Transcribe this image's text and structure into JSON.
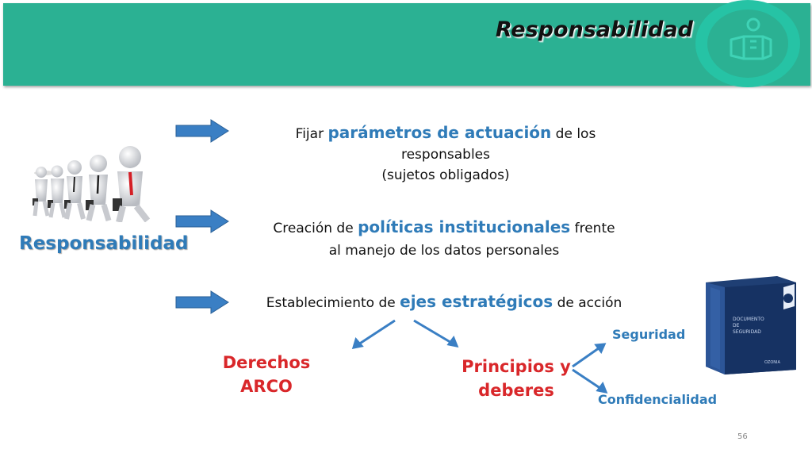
{
  "header": {
    "title": "Responsabilidad"
  },
  "left": {
    "label": "Responsabilidad"
  },
  "items": [
    {
      "pre": "Fijar ",
      "highlight": "parámetros de actuación",
      "post": " de los",
      "line2": "responsables",
      "line3": "(sujetos obligados)"
    },
    {
      "pre": "Creación de ",
      "highlight": "políticas institucionales",
      "post": " frente",
      "line2": "al manejo de los datos personales"
    },
    {
      "pre": "Establecimiento de ",
      "highlight": "ejes estratégicos",
      "post": " de acción"
    }
  ],
  "branches": {
    "left_line1": "Derechos",
    "left_line2": "ARCO",
    "right_line1": "Principios y",
    "right_line2": "deberes",
    "sub_top": "Seguridad",
    "sub_bottom": "Confidencialidad"
  },
  "binder": {
    "line1": "DOCUMENTO",
    "line2": "DE",
    "line3": "SEGURIDAD",
    "brand": "OZONIA"
  },
  "footer": {
    "page_number": "56"
  },
  "colors": {
    "banner": "#2bb193",
    "ring": "#26c3a5",
    "highlight_blue": "#2f7bb8",
    "red": "#d9272a",
    "arrow_blue": "#3a7fc4"
  }
}
